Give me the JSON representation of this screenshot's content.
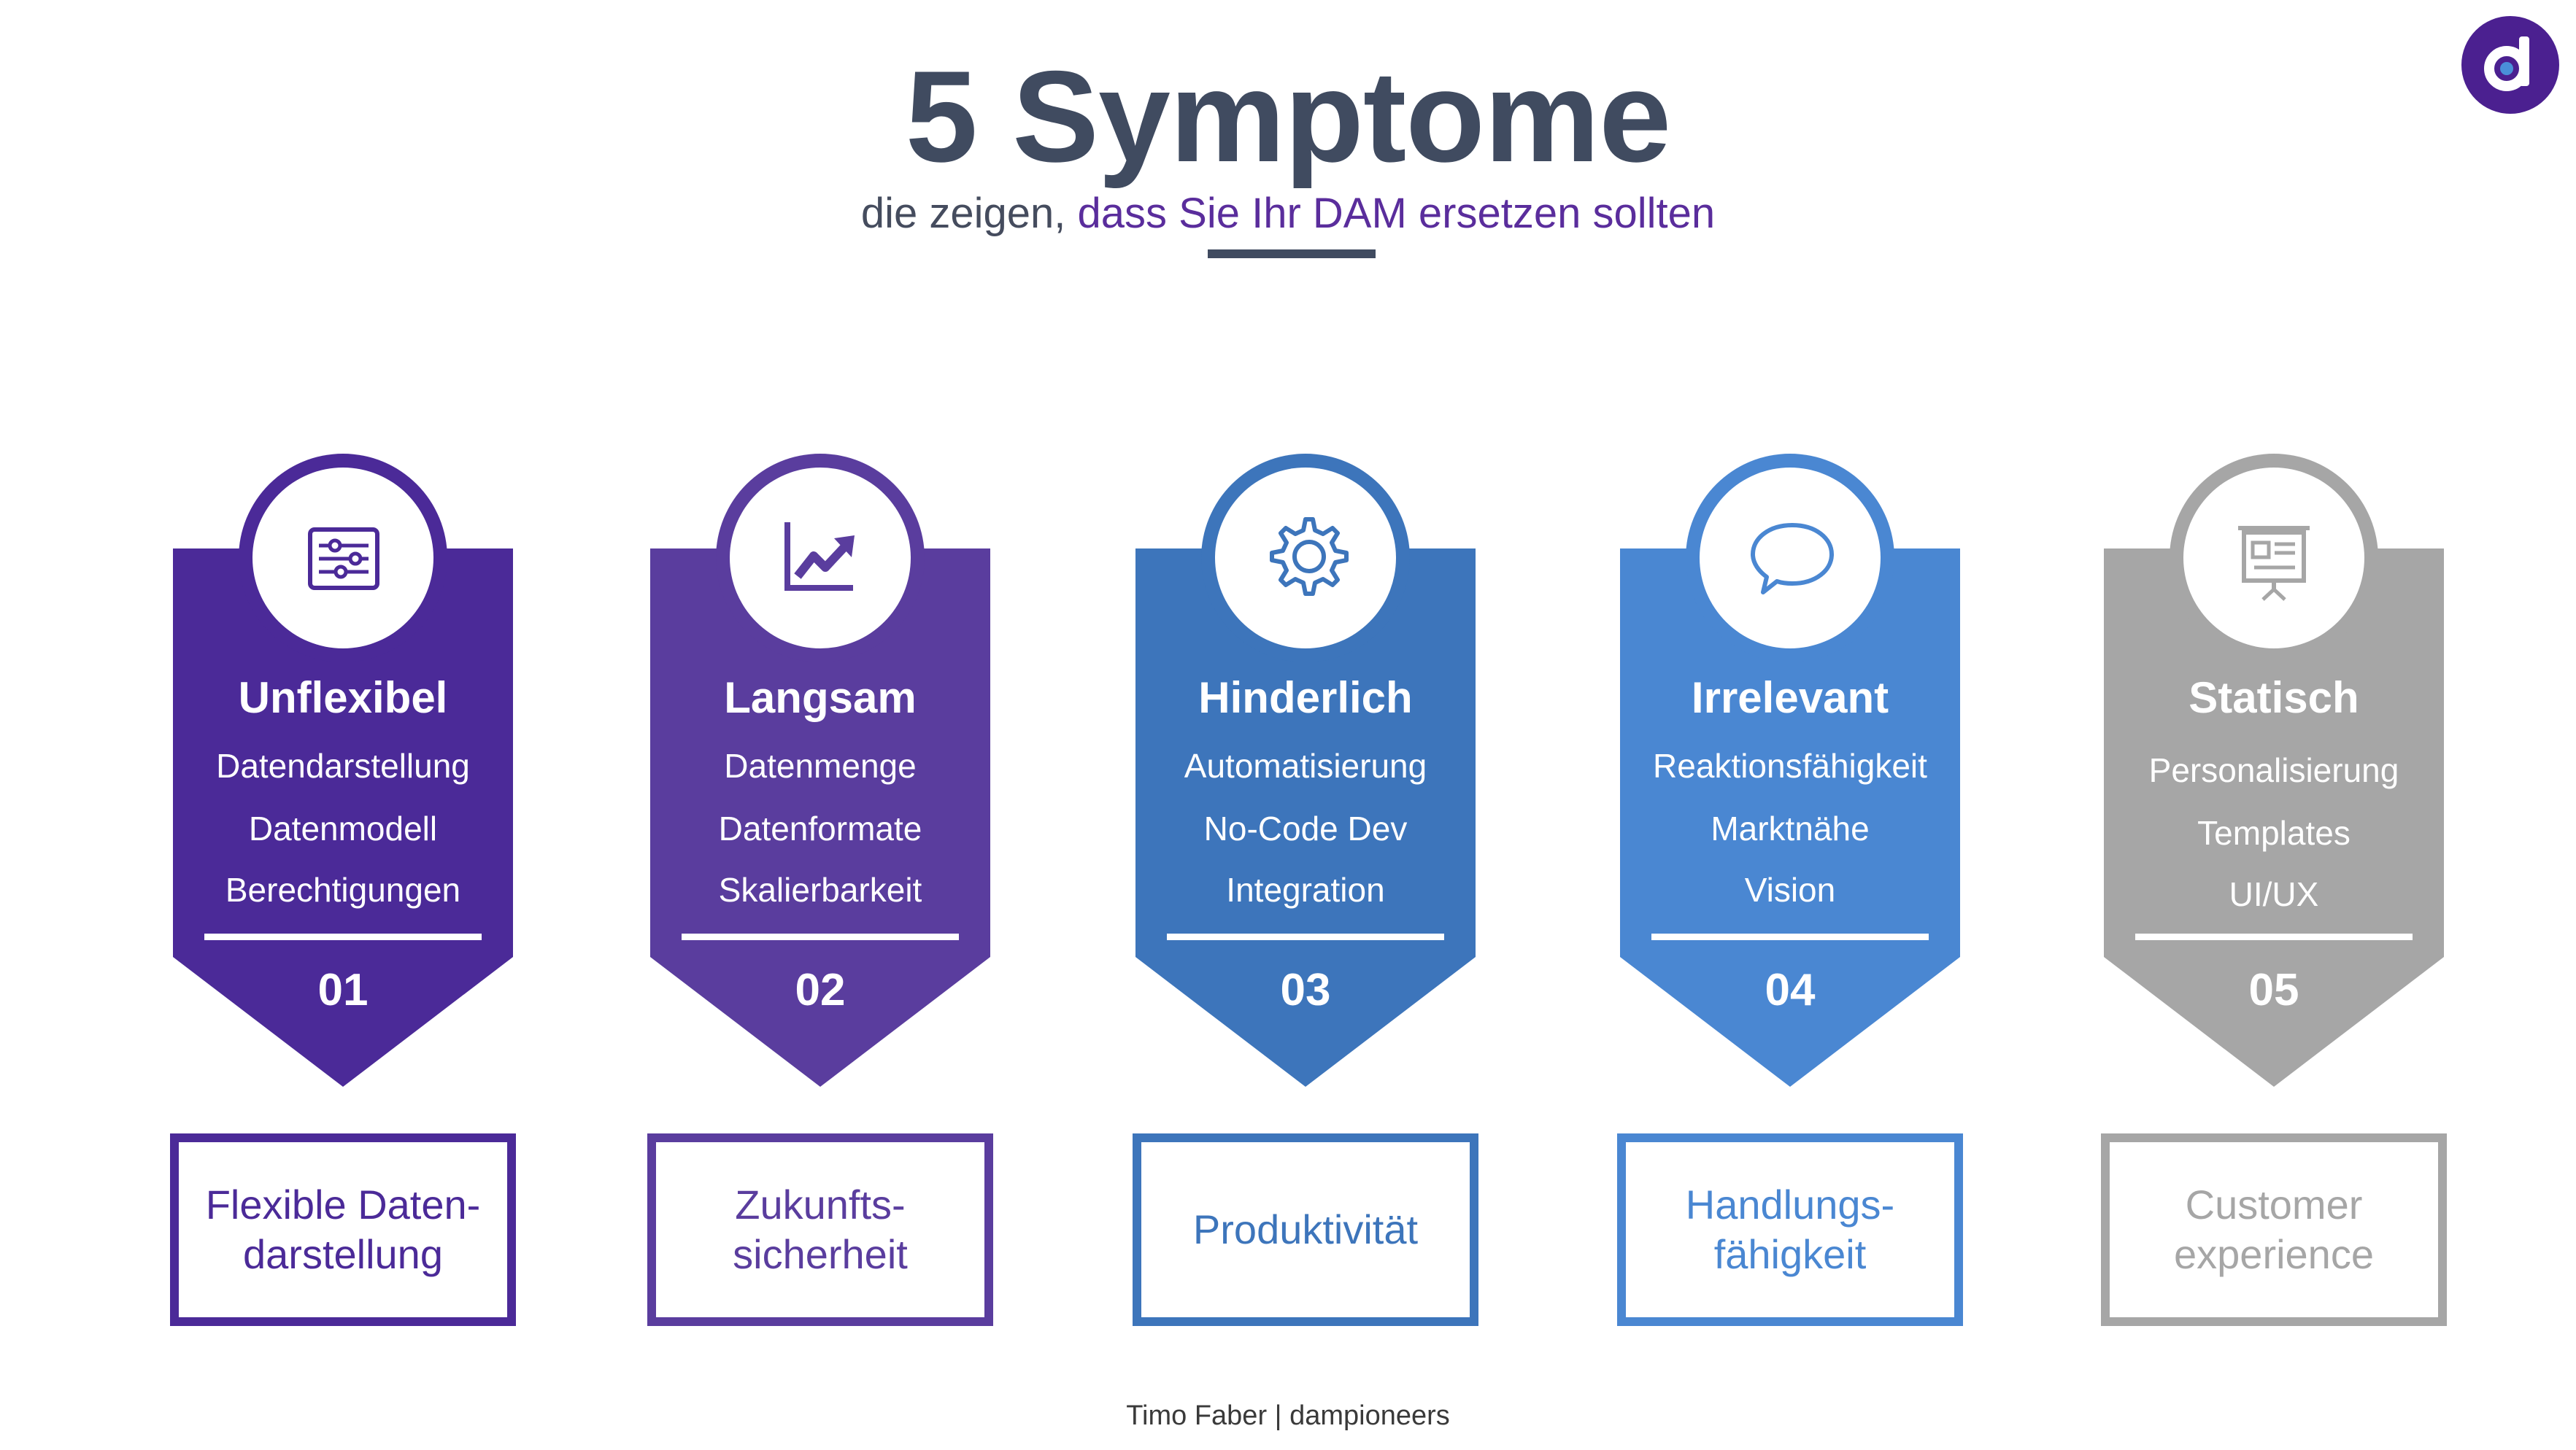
{
  "header": {
    "title": "5 Symptome",
    "subtitle_plain": "die zeigen,",
    "subtitle_highlight": "dass Sie Ihr DAM ersetzen sollten"
  },
  "logo": {
    "icon": "dampioneers-d-logo-icon",
    "color": "#4b2090",
    "dot_color": "#4a90d9"
  },
  "cards": [
    {
      "title": "Unflexibel",
      "items": [
        "Datendarstellung",
        "Datenmodell",
        "Berechtigungen"
      ],
      "number": "01",
      "icon": "sliders-settings-icon",
      "color": "#4b2a98",
      "outcome_line1": "Flexible Daten-",
      "outcome_line2": "darstellung"
    },
    {
      "title": "Langsam",
      "items": [
        "Datenmenge",
        "Datenformate",
        "Skalierbarkeit"
      ],
      "number": "02",
      "icon": "trending-up-chart-icon",
      "color": "#5a3d9e",
      "outcome_line1": "Zukunfts-",
      "outcome_line2": "sicherheit"
    },
    {
      "title": "Hinderlich",
      "items": [
        "Automatisierung",
        "No-Code Dev",
        "Integration"
      ],
      "number": "03",
      "icon": "gear-icon",
      "color": "#3d75bb",
      "outcome_line1": "Produktivität",
      "outcome_line2": ""
    },
    {
      "title": "Irrelevant",
      "items": [
        "Reaktionsfähigkeit",
        "Marktnähe",
        "Vision"
      ],
      "number": "04",
      "icon": "speech-bubble-icon",
      "color": "#4a87d2",
      "outcome_line1": "Handlungs-",
      "outcome_line2": "fähigkeit"
    },
    {
      "title": "Statisch",
      "items": [
        "Personalisierung",
        "Templates",
        "UI/UX"
      ],
      "number": "05",
      "icon": "presentation-board-icon",
      "color": "#a6a6a6",
      "outcome_line1": "Customer",
      "outcome_line2": "experience"
    }
  ],
  "footer": {
    "credit": "Timo Faber | dampioneers"
  }
}
